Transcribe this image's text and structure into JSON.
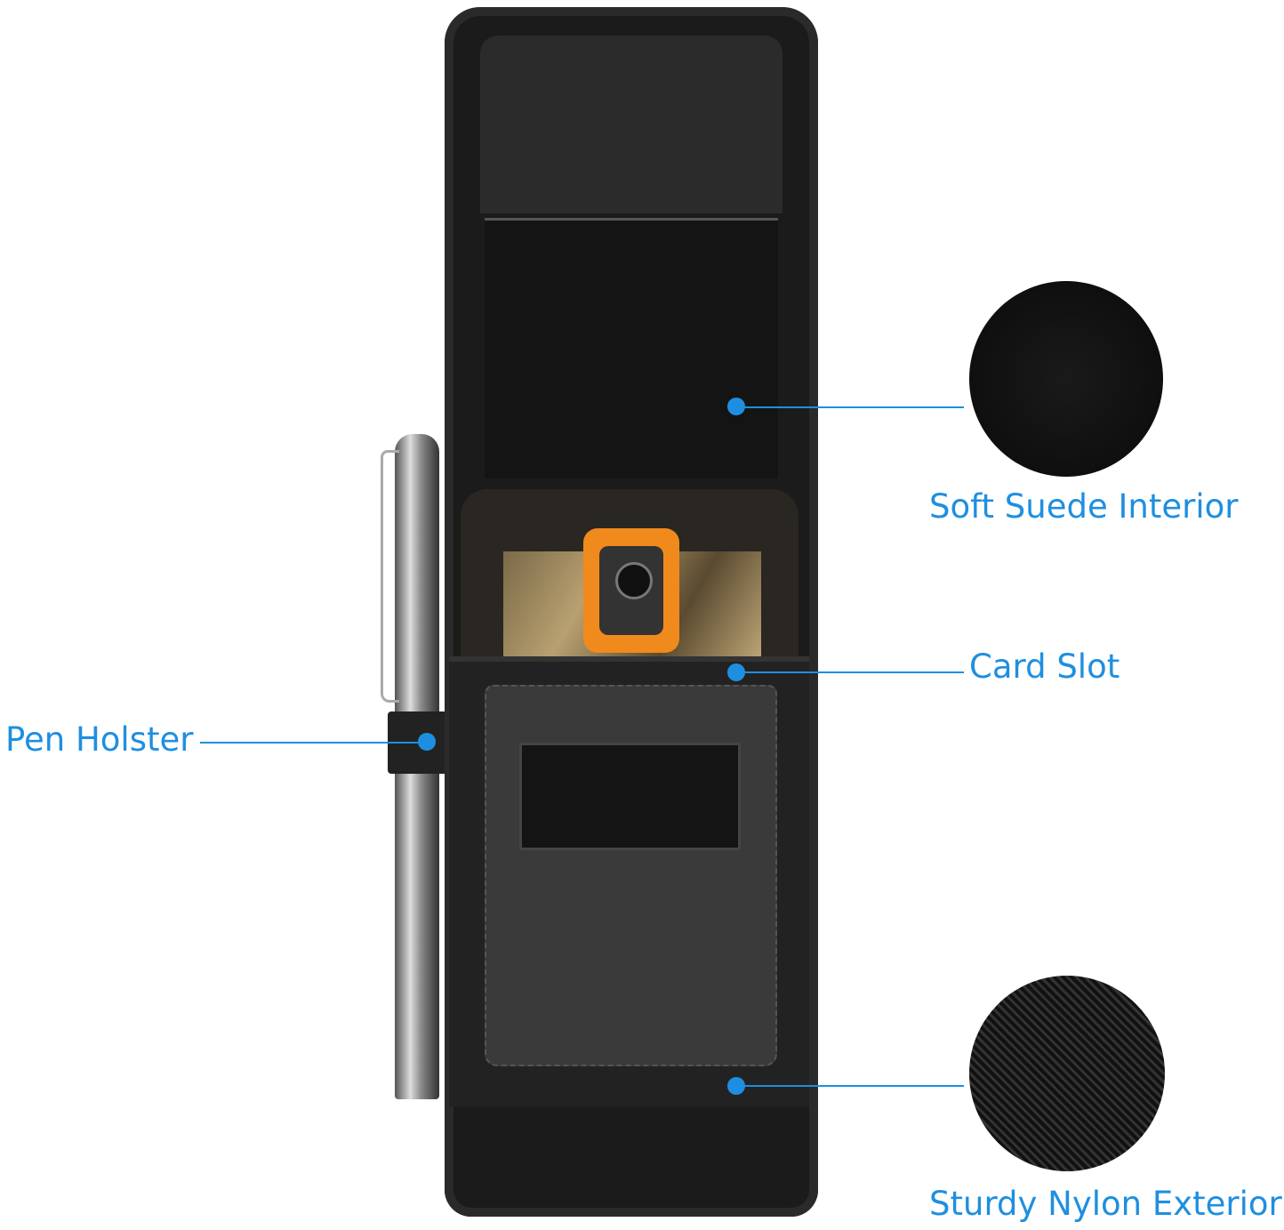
{
  "callouts": {
    "soft_suede_interior": "Soft Suede Interior",
    "card_slot": "Card Slot",
    "pen_holster": "Pen Holster",
    "sturdy_nylon_exterior": "Sturdy Nylon Exterior"
  },
  "colors": {
    "accent": "#1e8fe0",
    "case": "#1b1b1b",
    "phone_bumper": "#f08a1c",
    "card": "#1f6b35"
  }
}
